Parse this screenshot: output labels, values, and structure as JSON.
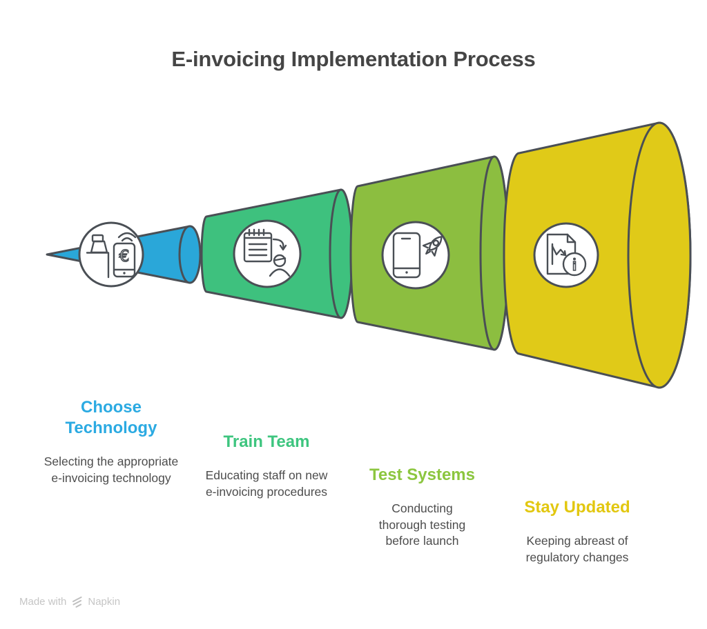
{
  "title": "E-invoicing Implementation Process",
  "steps": [
    {
      "label": "Choose Technology",
      "description": "Selecting the appropriate e-invoicing technology",
      "fill": "#2aa7d9",
      "heading_color": "#2baae2",
      "icon": "cash-register-phone-euro-icon",
      "euro_glyph": "€"
    },
    {
      "label": "Train Team",
      "description": "Educating staff on new e-invoicing procedures",
      "fill": "#3ec17e",
      "heading_color": "#3ec57f",
      "icon": "training-checklist-person-icon"
    },
    {
      "label": "Test Systems",
      "description": "Conducting thorough testing before launch",
      "fill": "#8cbe40",
      "heading_color": "#8cc63f",
      "icon": "phone-rocket-launch-icon"
    },
    {
      "label": "Stay Updated",
      "description": "Keeping abreast of regulatory changes",
      "fill": "#e0ca18",
      "heading_color": "#e2c70f",
      "icon": "report-info-icon",
      "info_glyph": "i"
    }
  ],
  "outline_color": "#4a4f55",
  "body_text_color": "#4d4d4d",
  "title_color": "#454545",
  "watermark": {
    "prefix": "Made with",
    "brand": "Napkin"
  }
}
